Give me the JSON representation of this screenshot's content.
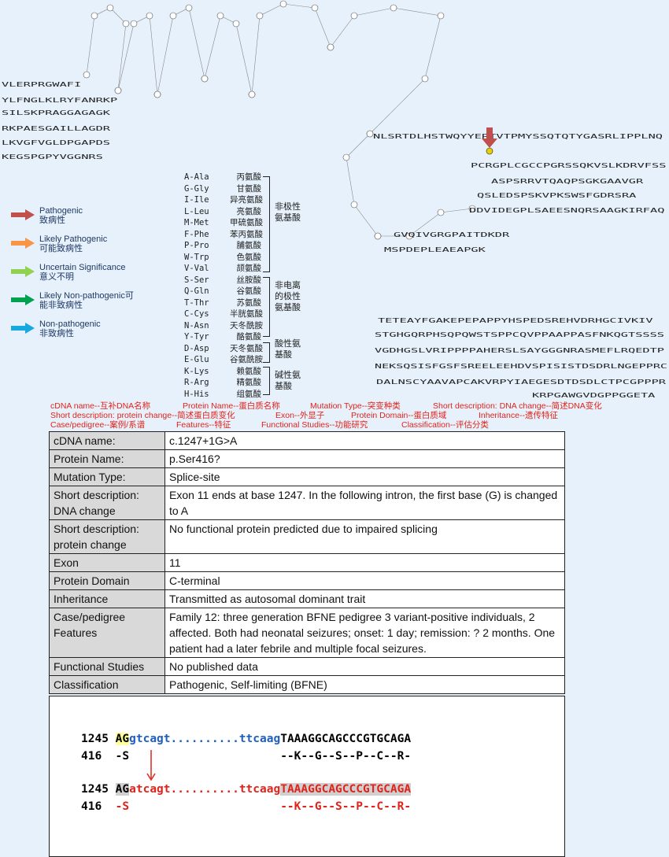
{
  "topology": {
    "sequence_rows": [
      "VLERPRGWAFI",
      "YLFNGLKLRYFANRKP",
      "SILSKPRAGGAGAGK",
      "RKPAESGAILLAGDR",
      "LKVGFVGLDPGAPDS",
      "KEGSPGPYVGGNRS",
      "NLSRTDLHSTWQYYERTVTPMYSSQTQTYGASRLIPPLNQ",
      "PCRGPLCGCCPGRSSQKVSLKDRVFSS",
      "ASPSRRVTQAQPSGKGAAVGR",
      "QSLEDSPSKVPKSWSFGDRSRA",
      "DDVIDEGPLSAEESNQRSAAGKIRFAQ",
      "GVQIVGRGPAITDKDR",
      "MSPDEPLEAEAPGK",
      "TETEAYFGAKEPEPAPPYHSPEDSREHVDRHGCIVKIV",
      "STGHGQRPHSQPQWSTSPPCQVPPAAPPASFNKQGTSSSS",
      "VGDHGSLVRIPPPPAHERSLSAYGGGNRASMEFLRQEDTP",
      "NEKSQSISFGSFSREELEEHDVSPISISTDSDRLNGEPPRC",
      "DALNSCYAAVAPCAKVRPYIAEGESDTDSDLCTPCGPPPR",
      "KRPGAWGVDGPPGGETA"
    ],
    "variant_marker": "Ser416",
    "colors": {
      "membrane_letters": "#222222",
      "marker": "#e8d000",
      "arrow": "#c0504d"
    }
  },
  "legend": [
    {
      "en": "Pathogenic",
      "zh": "致病性",
      "color": "#c0504d",
      "icon": "arrow-right-icon"
    },
    {
      "en": "Likely Pathogenic",
      "zh": "可能致病性",
      "color": "#f79646",
      "icon": "arrow-right-icon"
    },
    {
      "en": "Uncertain Significance",
      "zh": "意义不明",
      "color": "#92d050",
      "icon": "arrow-right-icon"
    },
    {
      "en": "Likely Non-pathogenic可",
      "zh": "能非致病性",
      "color": "#00a050",
      "icon": "arrow-right-icon"
    },
    {
      "en": "Non-pathogenic",
      "zh": "非致病性",
      "color": "#17a8e0",
      "icon": "arrow-right-icon"
    }
  ],
  "amino_acids": [
    {
      "code": "A-Ala",
      "name": "丙氨酸"
    },
    {
      "code": "G-Gly",
      "name": "甘氨酸"
    },
    {
      "code": "I-Ile",
      "name": "异亮氨酸"
    },
    {
      "code": "L-Leu",
      "name": "亮氨酸"
    },
    {
      "code": "M-Met",
      "name": "甲硫氨酸"
    },
    {
      "code": "F-Phe",
      "name": "苯丙氨酸"
    },
    {
      "code": "P-Pro",
      "name": "脯氨酸"
    },
    {
      "code": "W-Trp",
      "name": "色氨酸"
    },
    {
      "code": "V-Val",
      "name": "颉氨酸"
    },
    {
      "code": "S-Ser",
      "name": "丝胺酸"
    },
    {
      "code": "Q-Gln",
      "name": "谷氨酸"
    },
    {
      "code": "T-Thr",
      "name": "苏氨酸"
    },
    {
      "code": "C-Cys",
      "name": "半胱氨酸"
    },
    {
      "code": "N-Asn",
      "name": "天冬酰胺"
    },
    {
      "code": "Y-Tyr",
      "name": "酪氨酸"
    },
    {
      "code": "D-Asp",
      "name": "天冬氨酸"
    },
    {
      "code": "E-Glu",
      "name": "谷氨酰胺"
    },
    {
      "code": "K-Lys",
      "name": "赖氨酸"
    },
    {
      "code": "R-Arg",
      "name": "精氨酸"
    },
    {
      "code": "H-His",
      "name": "组氨酸"
    }
  ],
  "aa_groups": [
    {
      "line1": "非极性",
      "line2": "氨基酸"
    },
    {
      "line1": "非电离",
      "line2": "的极性",
      "line3": "氨基酸"
    },
    {
      "line1": "酸性氨",
      "line2": "基酸"
    },
    {
      "line1": "碱性氨",
      "line2": "基酸"
    }
  ],
  "glossary": {
    "cdna": "cDNA name--互补DNA名称",
    "protein": "Protein Name--蛋白质名称",
    "mutation": "Mutation Type--突变种类",
    "dna_change": "Short description: DNA change--简述DNA变化",
    "protein_change": "Short description: protein change--简述蛋白质变化",
    "exon": "Exon--外显子",
    "domain": "Protein Domain--蛋白质域",
    "inheritance": "Inheritance--遗传特征",
    "case": "Case/pedigree--案例/系谱",
    "features": "Features--特征",
    "functional": "Functional Studies--功能研究",
    "classification": "Classification--评估分类"
  },
  "table": [
    {
      "label": "cDNA name:",
      "value": "c.1247+1G>A"
    },
    {
      "label": "Protein Name:",
      "value": "p.Ser416?"
    },
    {
      "label": "Mutation Type:",
      "value": "Splice-site"
    },
    {
      "label": "Short description: DNA change",
      "value": "Exon 11 ends at base 1247. In the following intron, the first base (G) is changed to A"
    },
    {
      "label": "Short description: protein change",
      "value": "No functional protein predicted due to impaired splicing"
    },
    {
      "label": "Exon",
      "value": "11"
    },
    {
      "label": "Protein Domain",
      "value": "C-terminal"
    },
    {
      "label": "Inheritance",
      "value": "Transmitted as autosomal dominant trait"
    },
    {
      "label": "Case/pedigree Features",
      "value": "Family 12: three generation BFNE pedigree 3 variant-positive individuals, 2 affected. Both had neonatal seizures; onset: 1 day; remission: ? 2 months. One patient had a later febrile and multiple focal seizures."
    },
    {
      "label": "Functional Studies",
      "value": "No published data"
    },
    {
      "label": "Classification",
      "value": "Pathogenic, Self-limiting (BFNE)"
    }
  ],
  "sequence": {
    "wt_pos": "1245",
    "wt_exon": "AG",
    "wt_intron_a": "gtcagt",
    "wt_dots": "..........",
    "wt_intron_b": "ttcaag",
    "wt_tail": "TAAAGGCAGCCCGTGCAGA",
    "wt_aa_pos": "416",
    "wt_aa_s": "-S",
    "wt_aa_tail": "--K--G--S--P--C--R-",
    "mut_pos": "1245",
    "mut_exon": "AG",
    "mut_intron_a": "atcagt",
    "mut_dots": "..........",
    "mut_intron_b": "ttcaag",
    "mut_tail": "TAAAGGCAGCCCGTGCAGA",
    "mut_aa_pos": "416",
    "mut_aa_s": "-S",
    "mut_aa_tail": "--K--G--S--P--C--R-"
  }
}
